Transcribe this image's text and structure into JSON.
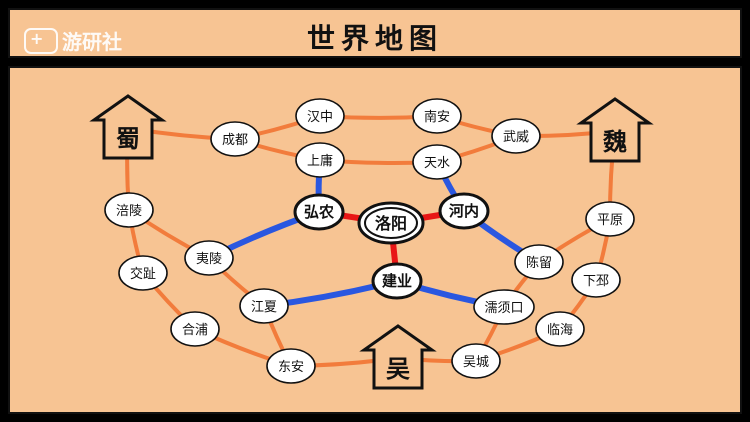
{
  "watermark": {
    "text": "游研社",
    "icon": "gamepad-icon"
  },
  "title": "世界地图",
  "colors": {
    "background": "#f7c493",
    "road": "#f27c3c",
    "river": "#2a57e0",
    "capital_link": "#e81616",
    "outline": "#111111"
  },
  "capital": {
    "id": "luoyang",
    "label": "洛阳"
  },
  "nodes": [
    {
      "id": "hanzhong",
      "label": "汉中"
    },
    {
      "id": "nanan",
      "label": "南安"
    },
    {
      "id": "chengdu",
      "label": "成都"
    },
    {
      "id": "wuwei",
      "label": "武威"
    },
    {
      "id": "shangyong",
      "label": "上庸"
    },
    {
      "id": "tianshui",
      "label": "天水"
    },
    {
      "id": "hongnong",
      "label": "弘农"
    },
    {
      "id": "henei",
      "label": "河内"
    },
    {
      "id": "fuling",
      "label": "涪陵"
    },
    {
      "id": "pingyuan",
      "label": "平原"
    },
    {
      "id": "jiaozhi",
      "label": "交趾"
    },
    {
      "id": "yiling",
      "label": "夷陵"
    },
    {
      "id": "chenliu",
      "label": "陈留"
    },
    {
      "id": "xiapi",
      "label": "下邳"
    },
    {
      "id": "jianye",
      "label": "建业"
    },
    {
      "id": "jiangxia",
      "label": "江夏"
    },
    {
      "id": "ruxukou",
      "label": "濡须口"
    },
    {
      "id": "hepu",
      "label": "合浦"
    },
    {
      "id": "linhai",
      "label": "临海"
    },
    {
      "id": "dongan",
      "label": "东安"
    },
    {
      "id": "wucheng",
      "label": "吴城"
    }
  ],
  "kingdoms": [
    {
      "id": "shu",
      "label": "蜀"
    },
    {
      "id": "wei",
      "label": "魏"
    },
    {
      "id": "wu",
      "label": "吴"
    }
  ],
  "roads": [
    [
      "shu",
      "chengdu"
    ],
    [
      "chengdu",
      "hanzhong"
    ],
    [
      "hanzhong",
      "nanan"
    ],
    [
      "nanan",
      "wuwei"
    ],
    [
      "wuwei",
      "wei"
    ],
    [
      "chengdu",
      "shangyong"
    ],
    [
      "shangyong",
      "tianshui"
    ],
    [
      "tianshui",
      "wuwei"
    ],
    [
      "shu",
      "fuling"
    ],
    [
      "fuling",
      "yiling"
    ],
    [
      "fuling",
      "jiaozhi"
    ],
    [
      "jiaozhi",
      "hepu"
    ],
    [
      "hepu",
      "dongan"
    ],
    [
      "yiling",
      "jiangxia"
    ],
    [
      "jiangxia",
      "dongan"
    ],
    [
      "dongan",
      "wu"
    ],
    [
      "wu",
      "wucheng"
    ],
    [
      "wucheng",
      "ruxukou"
    ],
    [
      "wucheng",
      "linhai"
    ],
    [
      "linhai",
      "xiapi"
    ],
    [
      "xiapi",
      "pingyuan"
    ],
    [
      "pingyuan",
      "chenliu"
    ],
    [
      "chenliu",
      "ruxukou"
    ],
    [
      "wei",
      "pingyuan"
    ]
  ],
  "rivers": [
    [
      "shangyong",
      "hongnong"
    ],
    [
      "hongnong",
      "yiling"
    ],
    [
      "tianshui",
      "henei"
    ],
    [
      "henei",
      "chenliu"
    ],
    [
      "jiangxia",
      "jianye"
    ],
    [
      "jianye",
      "ruxukou"
    ]
  ],
  "capital_links": [
    [
      "hongnong",
      "luoyang"
    ],
    [
      "luoyang",
      "henei"
    ],
    [
      "luoyang",
      "jianye"
    ]
  ]
}
